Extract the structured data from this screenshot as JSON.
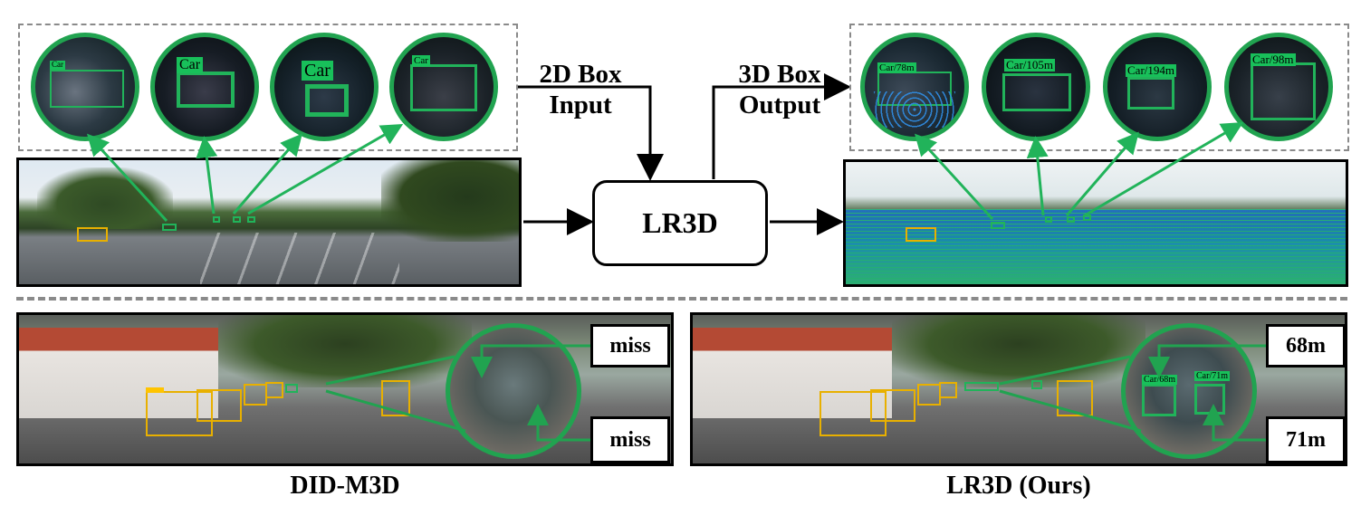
{
  "colors": {
    "accent": "#21a350",
    "annotation_green": "#18c05a",
    "annotation_yellow": "#ffc400",
    "lidar_blue": "#2a7fd6"
  },
  "top": {
    "input_label_line1": "2D Box",
    "input_label_line2": "Input",
    "output_label_line1": "3D Box",
    "output_label_line2": "Output",
    "center_box": "LR3D",
    "input_zooms": [
      "Car",
      "Car",
      "Car",
      "Car"
    ],
    "output_zooms": [
      "Car/78m",
      "Car/105m",
      "Car/194m",
      "Car/98m"
    ]
  },
  "bottom": {
    "left_caption": "DID-M3D",
    "right_caption": "LR3D (Ours)",
    "left_callouts": [
      "miss",
      "miss"
    ],
    "right_callouts": [
      "68m",
      "71m"
    ],
    "right_zoom_tags": [
      "Car/68m",
      "Car/71m"
    ]
  }
}
